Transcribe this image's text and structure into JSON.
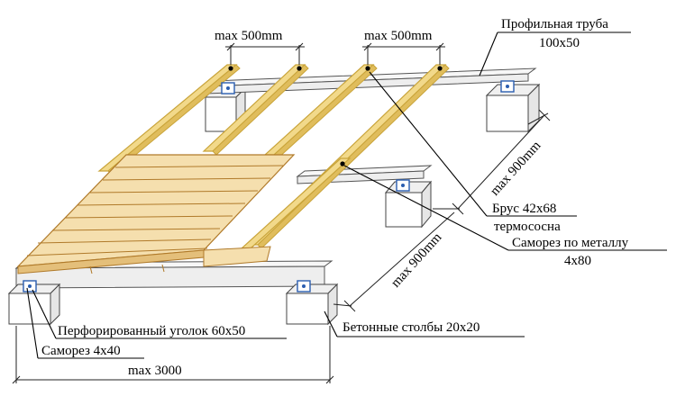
{
  "labels": {
    "spacing_1": "max 500mm",
    "spacing_2": "max 500mm",
    "profile_pipe_line1": "Профильная труба",
    "profile_pipe_line2": "100x50",
    "span_1": "max 900mm",
    "span_2": "max 900mm",
    "beam_line1": "Брус 42х68",
    "beam_line2": "термососна",
    "screw_metal_line1": "Саморез по металлу",
    "screw_metal_line2": "4x80",
    "perforated_angle": "Перфорированный уголок 60x50",
    "concrete_pillars": "Бетонные столбы 20x20",
    "screw_small": "Саморез 4x40",
    "length_total": "max 3000"
  },
  "colors": {
    "joist_fill": "#f2d98a",
    "joist_edge": "#c9a43a",
    "board_fill": "#f5dfae",
    "board_edge": "#b07a2a",
    "pipe_fill": "#f4f4f4",
    "concrete_fill": "#ffffff",
    "bracket": "#2a5db0"
  }
}
